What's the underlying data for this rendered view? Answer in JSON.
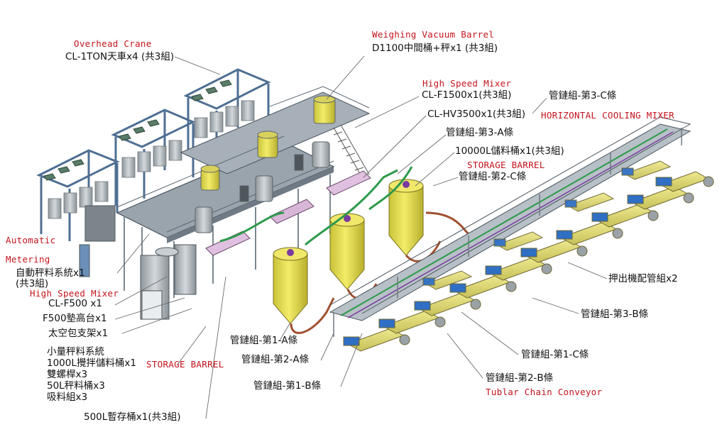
{
  "labels": {
    "overhead_crane_en": "Overhead Crane",
    "overhead_crane_zh": "CL-1TON天車x4 (共3組)",
    "weighing_vacuum_en": "Weighing Vacuum Barrel",
    "weighing_vacuum_zh": "D1100中間桶+秤x1 (共3組)",
    "hs_mixer_top_en": "High Speed Mixer",
    "hs_mixer_top_zh": "CL-F1500x1(共3組)",
    "hcm_zh": "CL-HV3500x1(共3組)",
    "hcm_en": "HORIZONTAL COOLING MIXER",
    "chain_3c": "管鏈組-第3-C條",
    "chain_3a": "管鏈組-第3-A條",
    "storage_10000": "10000L儲料桶x1(共3組)",
    "storage_en_right": "STORAGE BARREL",
    "chain_2c": "管鏈組-第2-C條",
    "auto_metering_en_1": "Automatic",
    "auto_metering_en_2": "Metering",
    "auto_metering_zh_1": "自動秤料系統x1",
    "auto_metering_zh_2": "(共3組)",
    "hs_mixer_left_en": "High Speed Mixer",
    "hs_mixer_left_zh": "CL-F500 x1",
    "platform_zh": "F500墊高台x1",
    "bag_stand_zh": "太空包支架x1",
    "small_metering_zh": "小量秤料系統",
    "mix_storage_zh": "1000L攪拌儲料桶x1",
    "storage_en_left": "STORAGE BARREL",
    "twin_screw_zh": "雙螺桿x3",
    "weigh_bucket_zh": "50L秤料桶x3",
    "suction_zh": "吸料組x3",
    "temp_storage_zh": "500L暫存桶x1(共3組)",
    "chain_1a": "管鏈組-第1-A條",
    "chain_2a": "管鏈組-第2-A條",
    "chain_1b": "管鏈組-第1-B條",
    "extruder_pipes": "押出機配管組x2",
    "chain_3b": "管鏈組-第3-B條",
    "chain_1c": "管鏈組-第1-C條",
    "chain_2b": "管鏈組-第2-B條",
    "tubular_chain_en": "Tublar Chain Conveyor"
  },
  "colors": {
    "frame_blue": "#5d7fa6",
    "machine_gray": "#b4bcc2",
    "silo_yellow": "#e8e04a",
    "extruder_yellow": "#e2dc7a",
    "motor_blue": "#2f6fc4",
    "pipe_brown": "#a05030",
    "pipe_green": "#2e9a4c",
    "mixer_pink": "#d8b6d8",
    "label_red": "#c4141c"
  }
}
